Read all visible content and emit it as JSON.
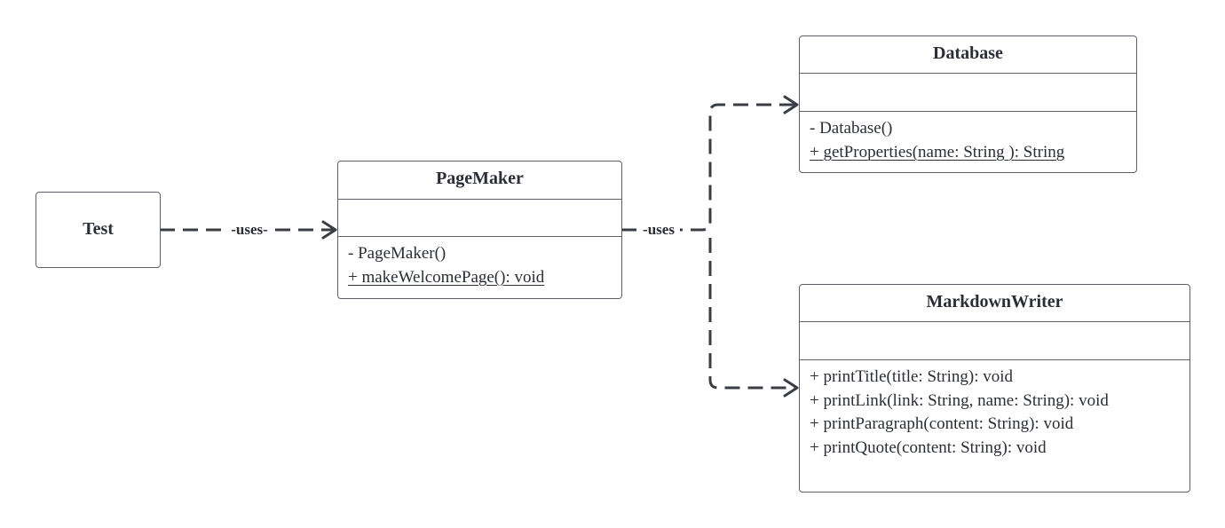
{
  "classes": {
    "test": {
      "name": "Test"
    },
    "pagemaker": {
      "name": "PageMaker",
      "operations": [
        {
          "text": "- PageMaker()",
          "static": false
        },
        {
          "text": "+ makeWelcomePage(): void",
          "static": true
        }
      ]
    },
    "database": {
      "name": "Database",
      "operations": [
        {
          "text": "- Database()",
          "static": false
        },
        {
          "text": "+ getProperties(name: String ): String",
          "static": true
        }
      ]
    },
    "markdownwriter": {
      "name": "MarkdownWriter",
      "operations": [
        {
          "text": "+ printTitle(title: String): void",
          "static": false
        },
        {
          "text": "+ printLink(link: String, name: String): void",
          "static": false
        },
        {
          "text": "+ printParagraph(content: String): void",
          "static": false
        },
        {
          "text": "+ printQuote(content: String): void",
          "static": false
        }
      ]
    }
  },
  "relations": [
    {
      "from": "Test",
      "to": "PageMaker",
      "label": "-uses-",
      "style": "dashed",
      "arrow": "open"
    },
    {
      "from": "PageMaker",
      "to": "Database",
      "label": "-uses",
      "style": "dashed",
      "arrow": "open"
    },
    {
      "from": "PageMaker",
      "to": "MarkdownWriter",
      "label": "-uses",
      "style": "dashed",
      "arrow": "open"
    }
  ],
  "colors": {
    "stroke": "#3a3d45",
    "border": "#5d6068",
    "text": "#2b2e36"
  }
}
